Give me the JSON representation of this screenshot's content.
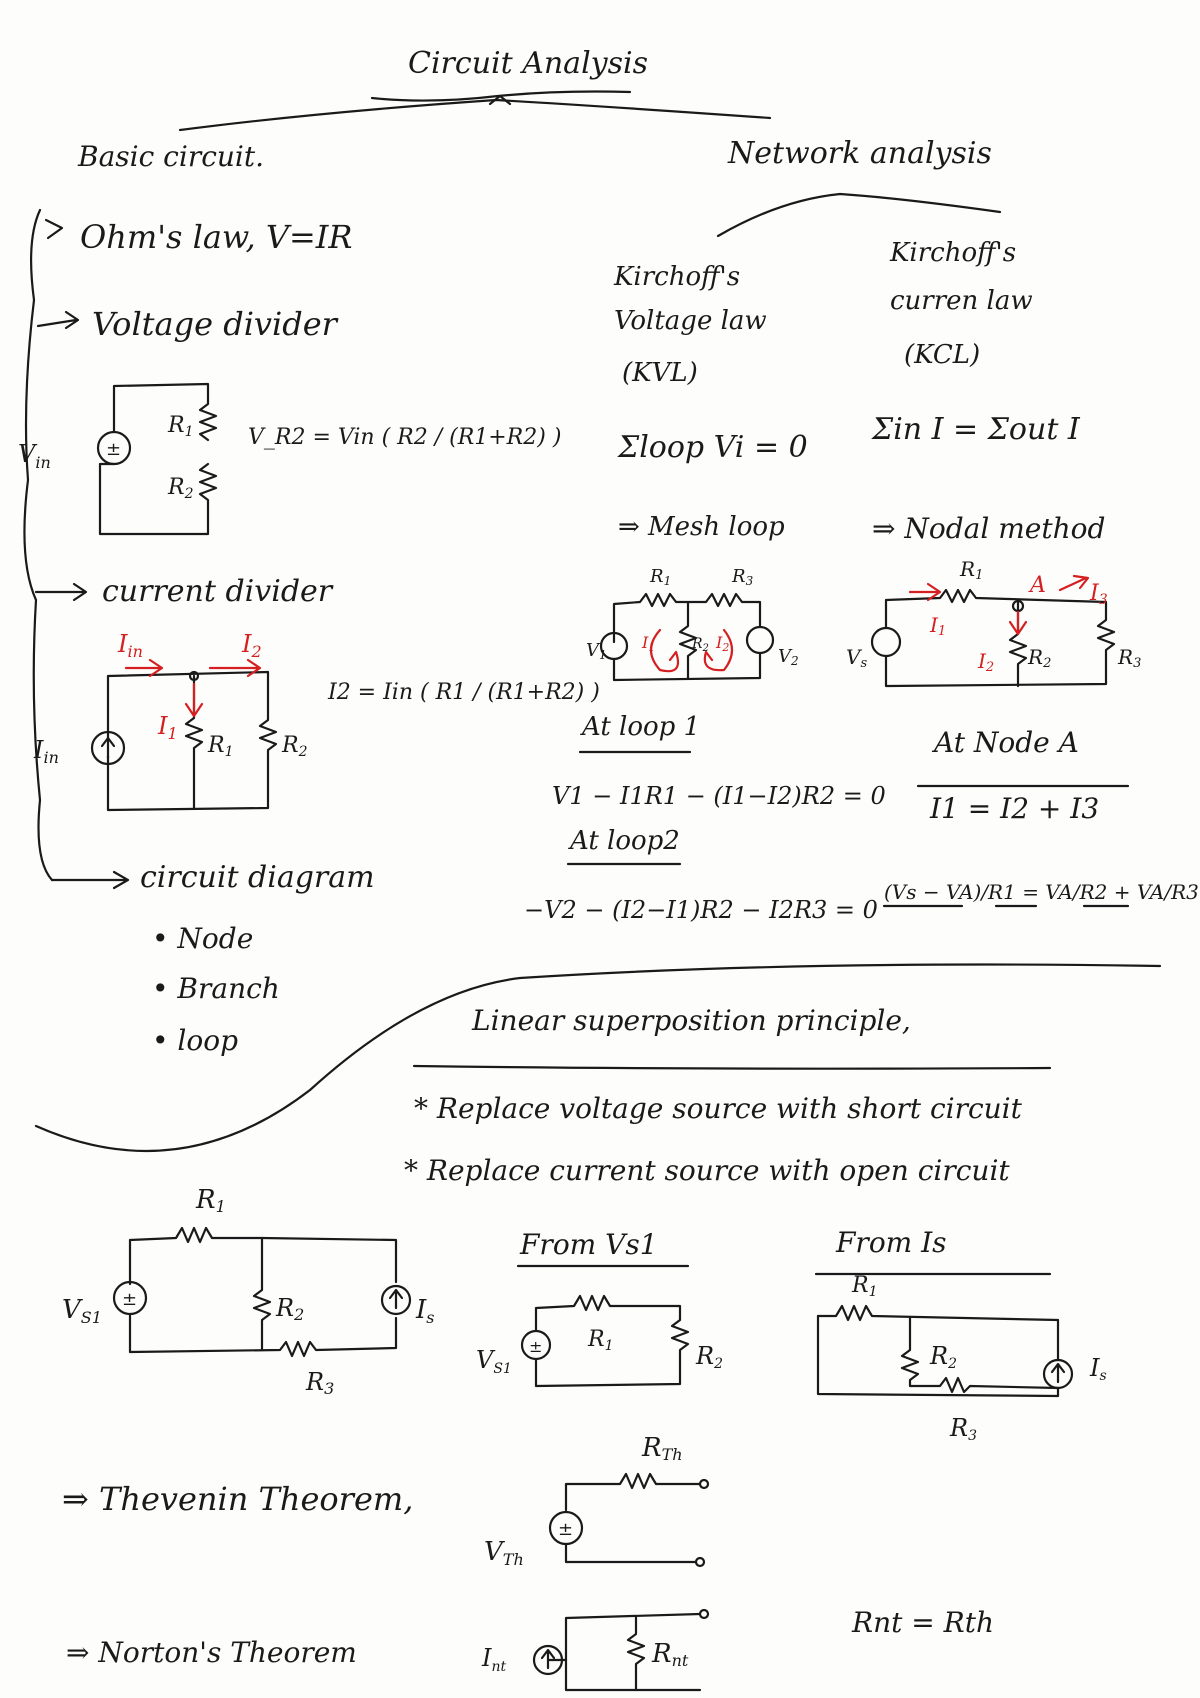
{
  "title": "Circuit Analysis",
  "basic": {
    "heading": "Basic circuit.",
    "ohms": "Ohm's law, V=IR",
    "vdiv": "Voltage divider",
    "vdiv_formula": "V_R2 = Vin ( R2 / (R1+R2) )",
    "vin": "Vin",
    "r1": "R1",
    "r2": "R2",
    "cdiv": "current divider",
    "cdiv_formula": "I2 = Iin ( R1 / (R1+R2) )",
    "iin": "Iin",
    "i1": "I1",
    "i2": "I2",
    "cdiag": "circuit diagram",
    "bullets": [
      "Node",
      "Branch",
      "loop"
    ]
  },
  "network": {
    "heading": "Network analysis",
    "kvl_title": [
      "Kirchoff's",
      "Voltage law",
      "(KVL)"
    ],
    "kcl_title": [
      "Kirchoff's",
      "curren law",
      "(KCL)"
    ],
    "kvl_eq": "Σloop Vi = 0",
    "kcl_eq": "Σin I = Σout I",
    "mesh": "⇒ Mesh loop",
    "nodal": "⇒ Nodal method",
    "mesh_labels": {
      "r1": "R1",
      "r3": "R3",
      "r2": "R2",
      "v1": "V1",
      "v2": "V2",
      "i1": "I1",
      "i2": "I2"
    },
    "nodal_labels": {
      "vs": "Vs",
      "r1": "R1",
      "r2": "R2",
      "r3": "R3",
      "a": "A",
      "i1": "I1",
      "i2": "I2",
      "i3": "I3"
    },
    "loop1": "At loop 1",
    "loop1_eq": "V1 − I1R1 − (I1−I2)R2 = 0",
    "loop2": "At loop2",
    "loop2_eq": "−V2 − (I2−I1)R2 − I2R3 = 0",
    "nodeA": "At Node A",
    "nodeA_eq": "I1 = I2 + I3",
    "nodeA_eq2": "(Vs − VA)/R1 = VA/R2 + VA/R3"
  },
  "superposition": {
    "heading": "Linear superposition principle,",
    "rule1": "* Replace voltage source with short circuit",
    "rule2": "* Replace current source with open circuit",
    "from_vs": "From Vs1",
    "from_is": "From Is",
    "labels": {
      "r1": "R1",
      "r2": "R2",
      "r3": "R3",
      "vs1": "Vs1",
      "is": "Is"
    }
  },
  "thevenin": {
    "label": "⇒ Thevenin Theorem,",
    "rth": "RTh",
    "vth": "VTh"
  },
  "norton": {
    "label": "⇒ Norton's Theorem",
    "int": "Int",
    "rnt": "Rnt",
    "equiv": "Rnt = Rth"
  }
}
